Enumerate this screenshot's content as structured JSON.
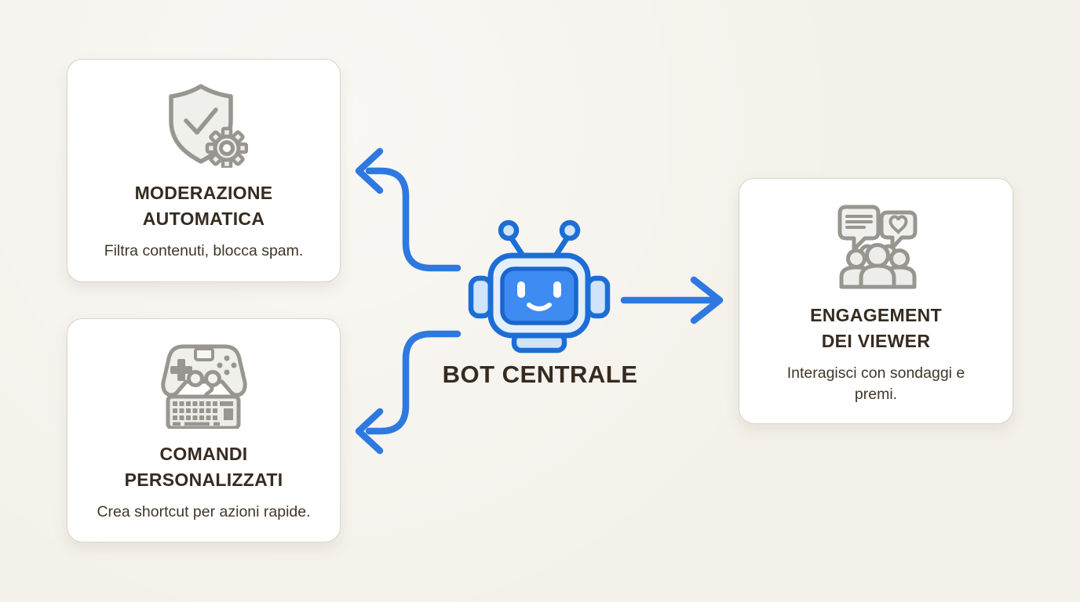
{
  "colors": {
    "background": "#f4f1ea",
    "card_background": "#ffffff",
    "card_border": "#d9d5cc",
    "arrow_blue": "#2e79e0",
    "bot_outline_blue": "#1d6ed4",
    "bot_face_blue": "#3e8bf2",
    "bot_light_blue": "#dcebfb",
    "icon_stroke_gray": "#98968f",
    "icon_fill_gray": "#ededeb",
    "title_text": "#362b20",
    "body_text": "#413629"
  },
  "center": {
    "label": "BOT CENTRALE",
    "icon": "robot-icon"
  },
  "nodes": [
    {
      "id": "moderazione-automatica",
      "icon": "shield-check-gear-icon",
      "title_line1": "MODERAZIONE",
      "title_line2": "AUTOMATICA",
      "subtitle": "Filtra contenuti, blocca spam.",
      "position": "top-left",
      "arrow_direction": "from-center-to-node"
    },
    {
      "id": "comandi-personalizzati",
      "icon": "gamepad-keyboard-icon",
      "title_line1": "COMANDI",
      "title_line2": "PERSONALIZZATI",
      "subtitle": "Crea shortcut per azioni rapide.",
      "position": "bottom-left",
      "arrow_direction": "from-center-to-node"
    },
    {
      "id": "engagement-viewer",
      "icon": "speech-bubbles-audience-icon",
      "title_line1": "ENGAGEMENT",
      "title_line2": "DEI VIEWER",
      "subtitle": "Interagisci con sondaggi e premi.",
      "position": "right",
      "arrow_direction": "from-center-to-node"
    }
  ]
}
